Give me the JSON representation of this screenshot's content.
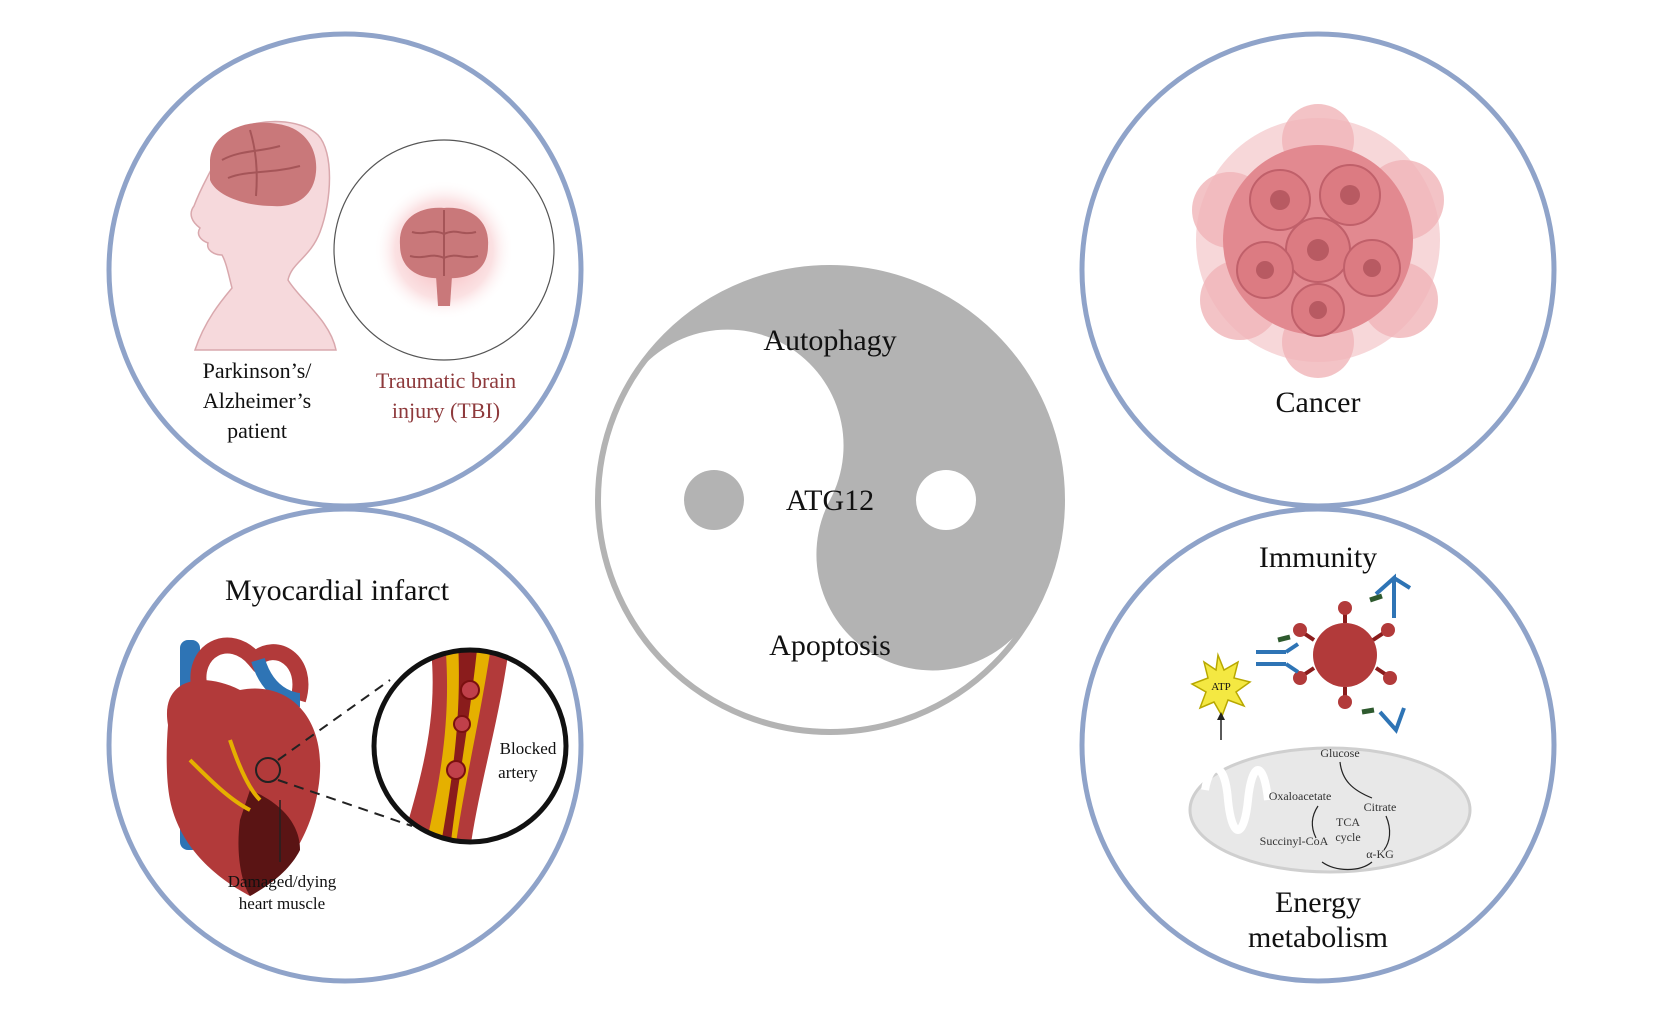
{
  "center": {
    "top_label": "Autophagy",
    "middle_label": "ATG12",
    "bottom_label": "Apoptosis"
  },
  "panels": {
    "neuro": {
      "patient_line1": "Parkinson’s/",
      "patient_line2": "Alzheimer’s",
      "patient_line3": "patient",
      "tbi_line1": "Traumatic brain",
      "tbi_line2": "injury (TBI)"
    },
    "cancer": {
      "title": "Cancer"
    },
    "heart": {
      "title": "Myocardial infarct",
      "artery_line1": "Blocked",
      "artery_line2": "artery",
      "muscle_line1": "Damaged/dying",
      "muscle_line2": "heart muscle"
    },
    "immunity": {
      "title": "Immunity",
      "energy_line1": "Energy",
      "energy_line2": "metabolism",
      "atp": "ATP",
      "glucose": "Glucose",
      "citrate": "Citrate",
      "oxaloacetate": "Oxaloacetate",
      "tca_line1": "TCA",
      "tca_line2": "cycle",
      "succinyl": "Succinyl-CoA",
      "akg": "α-KG"
    }
  },
  "colors": {
    "panel_ring": "#8fa3c9",
    "yinyang_gray": "#b3b3b3",
    "tbi_text": "#8e3a3c",
    "brain": "#c9787a",
    "cancer_cell": "#dc7b82",
    "heart_red": "#b23a3a",
    "vessel_blue": "#2e74b5"
  }
}
